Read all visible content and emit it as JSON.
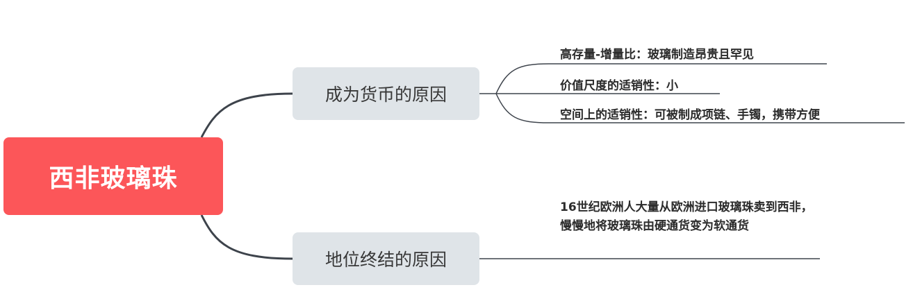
{
  "root": {
    "label": "西非玻璃珠",
    "color": "#fc5659"
  },
  "branches": [
    {
      "label": "成为货币的原因",
      "children": [
        "高存量-增量比：玻璃制造昂贵且罕见",
        "价值尺度的适销性：小",
        "空间上的适销性：可被制成项链、手镯，携带方便"
      ]
    },
    {
      "label": "地位终结的原因",
      "children": [
        "16世纪欧洲人大量从欧洲进口玻璃珠卖到西非，慢慢地将玻璃珠由硬通货变为软通货"
      ]
    }
  ],
  "colors": {
    "branch_fill": "#dfe4e8",
    "connector": "#3d434b"
  }
}
